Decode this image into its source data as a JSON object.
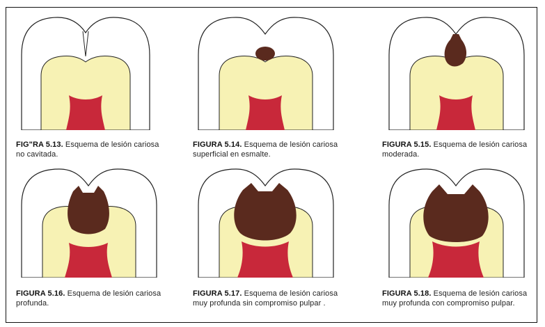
{
  "figures": [
    {
      "label": "FIG\"RA 5.13.",
      "text": " Esquema de lesión cariosa no cavitada.",
      "stage": 0
    },
    {
      "label": "FIGURA 5.14.",
      "text": " Esquema de lesión cariosa superficial en esmalte.",
      "stage": 1
    },
    {
      "label": "FIGURA 5.15.",
      "text": " Esquema de lesión cariosa moderada.",
      "stage": 2
    },
    {
      "label": "FIGURA 5.16.",
      "text": " Esquema de lesión cariosa profunda.",
      "stage": 3
    },
    {
      "label": "FIGURA 5.17.",
      "text": " Esquema de lesión cariosa muy profunda sin compromiso pulpar .",
      "stage": 4
    },
    {
      "label": "FIGURA 5.18.",
      "text": " Esquema de lesión cariosa muy profunda con compromiso pulpar.",
      "stage": 5
    }
  ],
  "colors": {
    "enamel": "#ffffff",
    "dentin": "#f7f2b4",
    "pulp": "#c8283a",
    "caries": "#5a2a1e",
    "outline": "#222222"
  }
}
